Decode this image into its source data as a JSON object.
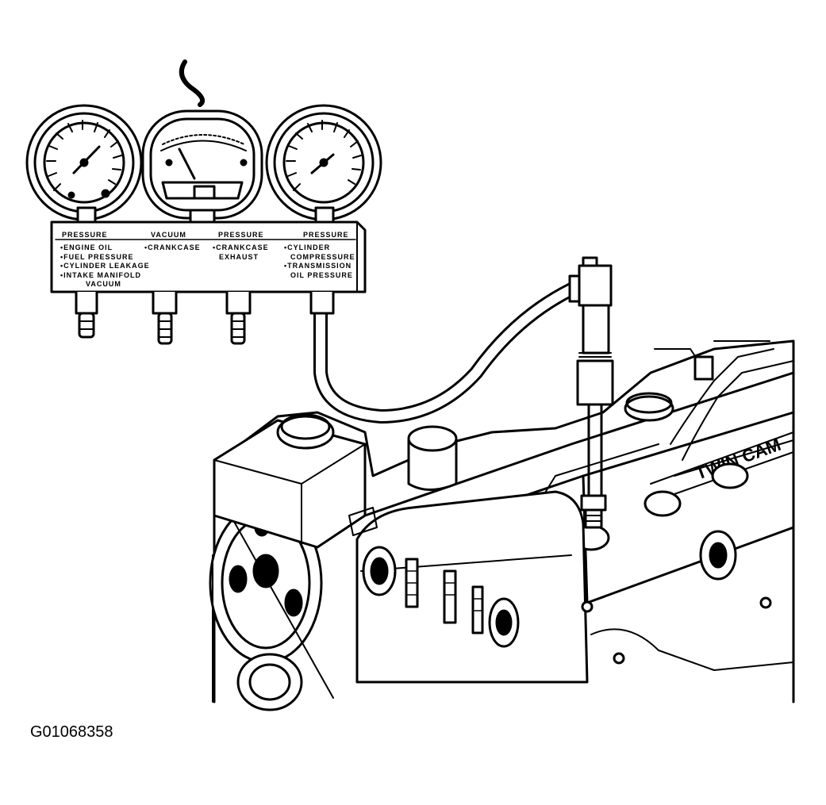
{
  "manifold": {
    "columns": {
      "pressure_left": "PRESSURE",
      "vacuum": "VACUUM",
      "pressure_mid": "PRESSURE",
      "pressure_right": "PRESSURE"
    },
    "left_items": [
      "•ENGINE OIL",
      "•FUEL PRESSURE",
      "•CYLINDER LEAKAGE",
      "•INTAKE MANIFOLD",
      "VACUUM"
    ],
    "vacuum_items": [
      "•CRANKCASE"
    ],
    "mid_items": [
      "•CRANKCASE",
      "EXHAUST"
    ],
    "right_items": [
      "•CYLINDER",
      "COMPRESSURE",
      "•TRANSMISSION",
      "OIL PRESSURE"
    ]
  },
  "figure_code": "G01068358",
  "colors": {
    "ink": "#000000",
    "paper": "#ffffff"
  }
}
